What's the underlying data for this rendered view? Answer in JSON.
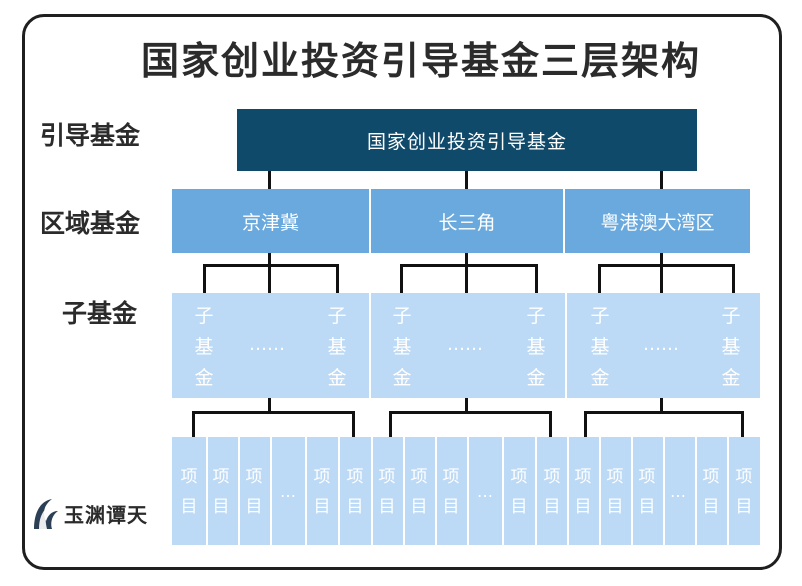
{
  "title": "国家创业投资引导基金三层架构",
  "row_labels": {
    "level1": "引导基金",
    "level2": "区域基金",
    "level3": "子基金"
  },
  "top_fund": "国家创业投资引导基金",
  "regions": [
    "京津冀",
    "长三角",
    "粤港澳大湾区"
  ],
  "sub_fund": {
    "label": "子\n基\n金",
    "ellipsis": "……"
  },
  "project": {
    "label": "项\n目",
    "ellipsis": "…"
  },
  "watermark": {
    "text": "玉渊谭天"
  },
  "colors": {
    "top": "#0f4a6b",
    "region": "#6aa9dd",
    "sub": "#bcd9f5",
    "line": "#111111"
  }
}
